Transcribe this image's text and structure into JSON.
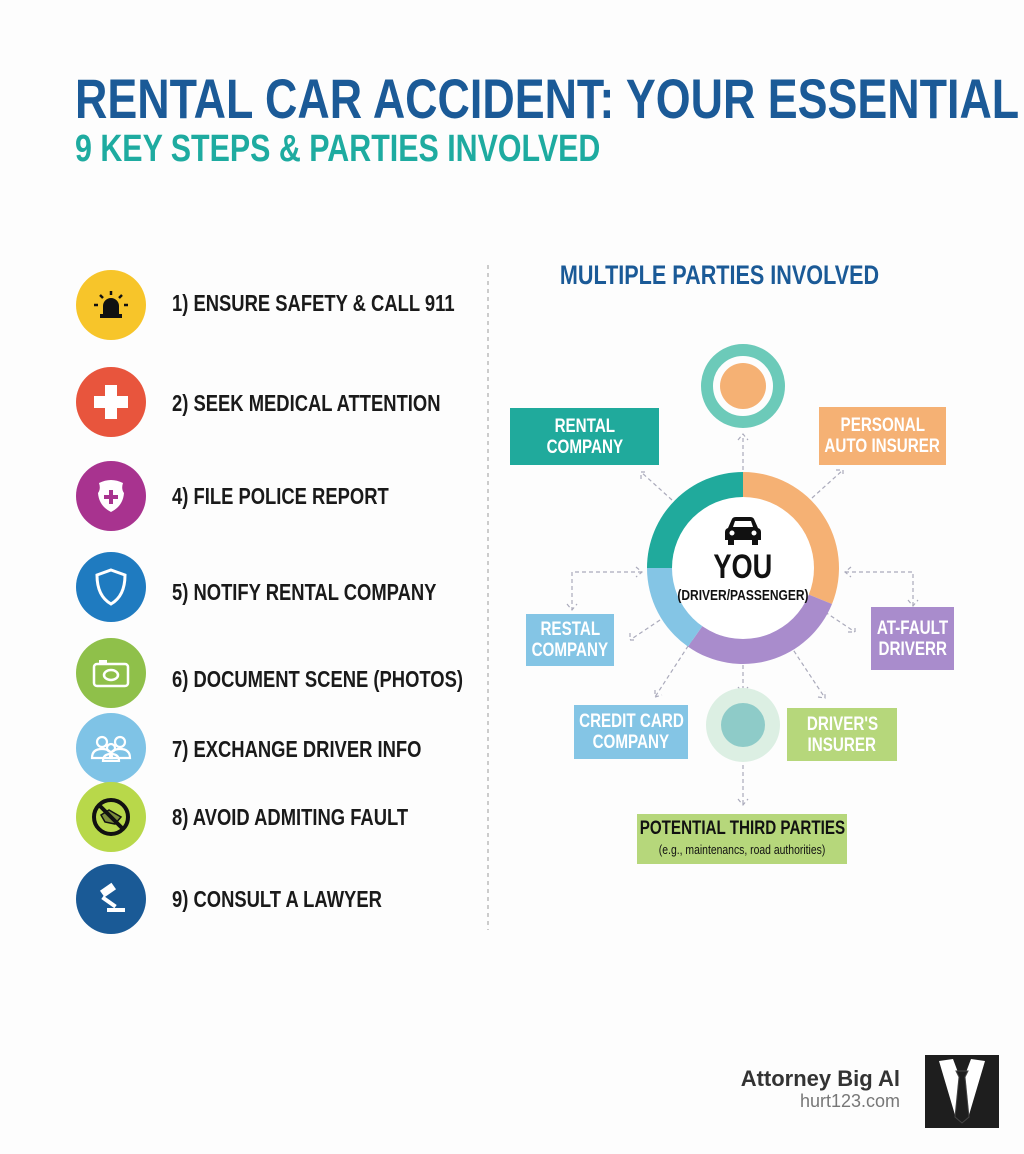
{
  "header": {
    "title": "RENTAL CAR ACCIDENT: YOUR ESSENTIAL GUIDE",
    "subtitle": "9 KEY STEPS & PARTIES INVOLVED"
  },
  "steps": [
    {
      "label": "1) ENSURE SAFETY & CALL 911",
      "icon": "siren-icon",
      "color": "#f7c52a"
    },
    {
      "label": "2) SEEK MEDICAL ATTENTION",
      "icon": "medical-cross-icon",
      "color": "#e8553d"
    },
    {
      "label": "4) FILE POLICE REPORT",
      "icon": "police-badge-icon",
      "color": "#a8338f"
    },
    {
      "label": "5) NOTIFY RENTAL COMPANY",
      "icon": "shield-icon",
      "color": "#1f7bc0"
    },
    {
      "label": "6) DOCUMENT SCENE (PHOTOS)",
      "icon": "camera-icon",
      "color": "#8fc04a"
    },
    {
      "label": "7) EXCHANGE DRIVER INFO",
      "icon": "people-icon",
      "color": "#7fc3e6"
    },
    {
      "label": "8) AVOID ADMITING FAULT",
      "icon": "no-handshake-icon",
      "color": "#b8d84a"
    },
    {
      "label": "9) CONSULT A LAWYER",
      "icon": "gavel-icon",
      "color": "#1a5a96"
    }
  ],
  "parties": {
    "title": "MULTIPLE PARTIES INVOLVED",
    "center": {
      "label": "YOU",
      "sublabel": "(DRIVER/PASSENGER)",
      "icon": "car-icon"
    },
    "boxes": [
      {
        "line1": "RENTAL",
        "line2": "COMPANY",
        "color": "#20aa9c"
      },
      {
        "line1": "PERSONAL",
        "line2": "AUTO INSURER",
        "color": "#f5b174"
      },
      {
        "line1": "AT-FAULT",
        "line2": "DRIVERR",
        "color": "#a98ccc"
      },
      {
        "line1": "RESTAL",
        "line2": "COMPANY",
        "color": "#84c5e5"
      },
      {
        "line1": "CREDIT CARD",
        "line2": "COMPANY",
        "color": "#84c5e5"
      },
      {
        "line1": "DRIVER'S",
        "line2": "INSURER",
        "color": "#b6d77b"
      },
      {
        "line1": "POTENTIAL THIRD PARTIES",
        "line2": "(e.g., maintenancs, road authorities)",
        "color": "#b6d77b"
      }
    ]
  },
  "footer": {
    "name": "Attorney Big Al",
    "site": "hurt123.com",
    "logo": "suit-tie-icon"
  }
}
